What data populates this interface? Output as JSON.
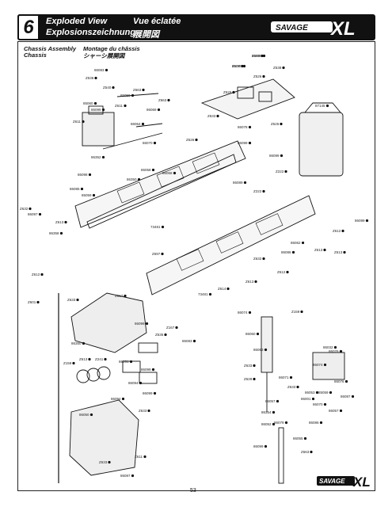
{
  "header": {
    "step_number": "6",
    "title_en": "Exploded View",
    "title_de": "Explosionszeichnung",
    "title_fr": "Vue éclatée",
    "title_jp": "展開図",
    "logo_text": "SAVAGE XL"
  },
  "section": {
    "label_en": "Chassis Assembly",
    "label_fr": "Montage du châssis",
    "label_de": "Chassis",
    "label_jp": "シャーシ展開図"
  },
  "part_labels": [
    "Z580",
    "Z536",
    "Z538",
    "Z526",
    "Z526",
    "86083",
    "Z536",
    "Z540",
    "85059",
    "Z663",
    "Z663",
    "85060",
    "Z611",
    "86099",
    "Z611",
    "86069",
    "86064",
    "Z526",
    "86078",
    "87145",
    "86099",
    "Z526",
    "86070",
    "Z633",
    "86352",
    "86058",
    "86068",
    "86098",
    "85059",
    "86350",
    "86085",
    "86099",
    "Z222",
    "86089",
    "Z222",
    "Z632",
    "86097",
    "Z613",
    "86358",
    "86099",
    "Z612",
    "86062",
    "Z613",
    "73481",
    "Z613",
    "Z697",
    "86086",
    "Z632",
    "Z614",
    "Z612",
    "Z613",
    "73481",
    "Z612",
    "Z601",
    "Z633",
    "Z617",
    "Z167",
    "86350",
    "Z613",
    "Z159",
    "86074",
    "Z159",
    "86060",
    "86063",
    "Z633",
    "Z629",
    "86071",
    "Z633",
    "86032",
    "85059",
    "86076",
    "86087",
    "86053",
    "86070",
    "86057",
    "86086",
    "86057",
    "86354",
    "86052",
    "86099",
    "86055",
    "Z663",
    "86051",
    "Z241",
    "86094",
    "86050",
    "86099",
    "Z535",
    "86083",
    "86099",
    "Z633",
    "Z611",
    "86087",
    "Z633",
    "86099",
    "86094",
    "86074",
    "86001",
    "86076",
    "86079",
    "86088",
    "86079"
  ],
  "page_number": "53"
}
